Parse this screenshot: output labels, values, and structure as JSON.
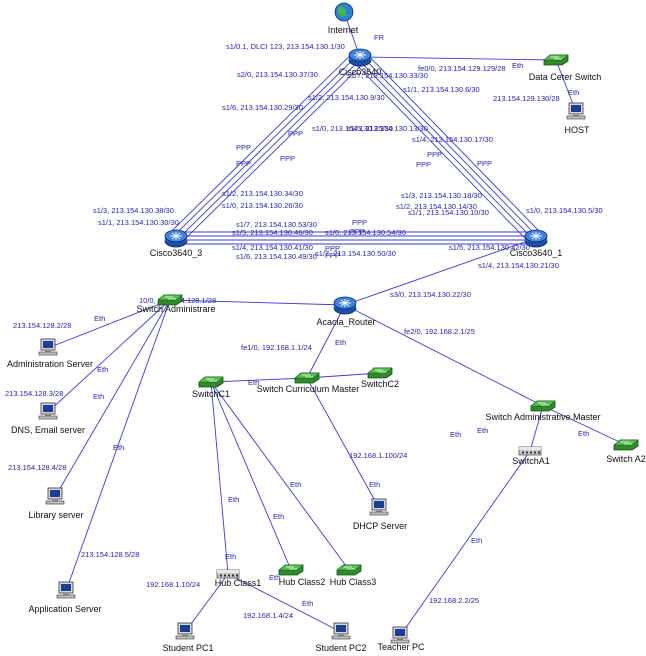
{
  "nodes": [
    {
      "id": "internet",
      "label": "Internet",
      "type": "cloud"
    },
    {
      "id": "cisco3640",
      "label": "Cisco3640",
      "type": "router"
    },
    {
      "id": "dcswitch",
      "label": "Data Ceter Switch",
      "type": "switch"
    },
    {
      "id": "host",
      "label": "HOST",
      "type": "pc"
    },
    {
      "id": "cisco3",
      "label": "Cisco3640_3",
      "type": "router"
    },
    {
      "id": "cisco1",
      "label": "Cisco3640_1",
      "type": "router"
    },
    {
      "id": "acacia",
      "label": "Acacia_Router",
      "type": "router"
    },
    {
      "id": "swadmin",
      "label": "Switch Administrare",
      "type": "switch"
    },
    {
      "id": "adminsrv",
      "label": "Administration Server",
      "type": "pc"
    },
    {
      "id": "dnssrv",
      "label": "DNS, Email server",
      "type": "pc"
    },
    {
      "id": "libsrv",
      "label": "Library server",
      "type": "pc"
    },
    {
      "id": "appsrv",
      "label": "Application Server",
      "type": "pc"
    },
    {
      "id": "swcm",
      "label": "Switch Curriculum Master",
      "type": "switch"
    },
    {
      "id": "swc1",
      "label": "SwitchC1",
      "type": "switch"
    },
    {
      "id": "swc2",
      "label": "SwitchC2",
      "type": "switch"
    },
    {
      "id": "dhcp",
      "label": "DHCP Server",
      "type": "pc"
    },
    {
      "id": "swam",
      "label": "Switch Administrative Master",
      "type": "switch"
    },
    {
      "id": "swa1",
      "label": "SwitchA1",
      "type": "hub"
    },
    {
      "id": "swa2",
      "label": "Switch A2",
      "type": "switch"
    },
    {
      "id": "teacher",
      "label": "Teacher PC",
      "type": "pc"
    },
    {
      "id": "hub1",
      "label": "Hub Class1",
      "type": "hub"
    },
    {
      "id": "hub2",
      "label": "Hub Class2",
      "type": "switch"
    },
    {
      "id": "hub3",
      "label": "Hub Class3",
      "type": "switch"
    },
    {
      "id": "spc1",
      "label": "Student PC1",
      "type": "pc"
    },
    {
      "id": "spc2",
      "label": "Student PC2",
      "type": "pc"
    }
  ],
  "links": [
    {
      "from": "internet",
      "to": "cisco3640"
    },
    {
      "from": "cisco3640",
      "to": "dcswitch"
    },
    {
      "from": "dcswitch",
      "to": "host"
    },
    {
      "from": "cisco3640",
      "to": "cisco3",
      "offset": -7
    },
    {
      "from": "cisco3640",
      "to": "cisco3",
      "offset": -2
    },
    {
      "from": "cisco3640",
      "to": "cisco3",
      "offset": 3
    },
    {
      "from": "cisco3640",
      "to": "cisco3",
      "offset": 8
    },
    {
      "from": "cisco3640",
      "to": "cisco1",
      "offset": -7
    },
    {
      "from": "cisco3640",
      "to": "cisco1",
      "offset": -2
    },
    {
      "from": "cisco3640",
      "to": "cisco1",
      "offset": 3
    },
    {
      "from": "cisco3640",
      "to": "cisco1",
      "offset": 8
    },
    {
      "from": "cisco3",
      "to": "cisco1",
      "offset": -6
    },
    {
      "from": "cisco3",
      "to": "cisco1",
      "offset": -2
    },
    {
      "from": "cisco3",
      "to": "cisco1",
      "offset": 2
    },
    {
      "from": "cisco3",
      "to": "cisco1",
      "offset": 6
    },
    {
      "from": "cisco1",
      "to": "acacia"
    },
    {
      "from": "acacia",
      "to": "swadmin"
    },
    {
      "from": "acacia",
      "to": "swcm"
    },
    {
      "from": "acacia",
      "to": "swam"
    },
    {
      "from": "swadmin",
      "to": "adminsrv"
    },
    {
      "from": "swadmin",
      "to": "dnssrv"
    },
    {
      "from": "swadmin",
      "to": "libsrv"
    },
    {
      "from": "swadmin",
      "to": "appsrv"
    },
    {
      "from": "swcm",
      "to": "swc1"
    },
    {
      "from": "swcm",
      "to": "swc2"
    },
    {
      "from": "swcm",
      "to": "dhcp"
    },
    {
      "from": "swc1",
      "to": "hub1"
    },
    {
      "from": "swc1",
      "to": "hub2"
    },
    {
      "from": "swc1",
      "to": "hub3"
    },
    {
      "from": "hub1",
      "to": "spc1"
    },
    {
      "from": "hub1",
      "to": "spc2"
    },
    {
      "from": "swam",
      "to": "swa1"
    },
    {
      "from": "swam",
      "to": "swa2"
    },
    {
      "from": "swa1",
      "to": "teacher"
    }
  ],
  "labels": [
    "s1/0.1, DLCI 123, 213.154.130.1/30",
    "FR",
    "fe0/0, 213.154.129.129/28",
    "Eth",
    "s1/7, 213.154.130.33/30",
    "s2/0, 213.154.130.37/30",
    "s1/1, 213.154.130.6/30",
    "Eth",
    "213.154.129.130/28",
    "s1/2, 213.154.130.9/30",
    "s1/6, 213.154.130.29/30",
    "s1/0, 213.154.130.25/30",
    "s1/5, 213.154.130.13/30",
    "s1/4, 213.154.130.17/30",
    "PPP",
    "PPP",
    "PPP",
    "PPP",
    "PPP",
    "PPP",
    "PPP",
    "s1/2, 213.154.130.34/30",
    "s1/0, 213.154.130.26/30",
    "s1/3, 213.154.130.38/30",
    "s1/1, 213.154.130.30/30",
    "s1/3, 213.154.130.18/30",
    "s1/2, 213.154.130.14/30",
    "s1/1, 213.154.130.10/30",
    "s1/0, 213.154.130.5/30",
    "s1/7, 213.154.130.53/30",
    "s1/5, 213.154.130.46/30",
    "s1/0, 213.154.130.54/30",
    "s1/4, 213.154.130.41/30",
    "s1/6, 213.154.130.49/30",
    "s1/7, 213.154.130.50/30",
    "s1/5, 213.154.130.42/30",
    "s1/4, 213.154.130.21/30",
    "PPP",
    "PPP",
    "PPP",
    "PPP",
    "s3/0, 213.154.130.22/30",
    "10/0, 213.154.128.1/28",
    "213.154.128.2/28",
    "Eth",
    "Eth",
    "213.154.128.3/28",
    "Eth",
    "213.154.128.4/28",
    "Eth",
    "213.154.128.5/28",
    "fe1/0, 192.168.1.1/24",
    "Eth",
    "fe2/0, 192.168.2.1/25",
    "Eth",
    "Eth",
    "Eth",
    "Eth",
    "192.168.1.100/24",
    "Eth",
    "Eth",
    "Eth",
    "Eth",
    "Eth",
    "192.168.1.10/24",
    "Eth",
    "192.168.1.4/24",
    "Eth",
    "Eth",
    "192.168.2.2/25"
  ]
}
